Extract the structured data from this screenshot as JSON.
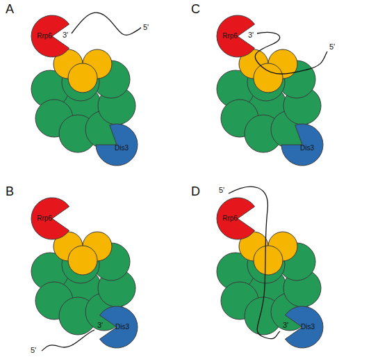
{
  "diagram": {
    "nodes": [
      {
        "text": [
          "Rrp6"
        ]
      },
      {
        "text": [
          "Dis3"
        ]
      },
      {
        "text": [
          "Rrp6"
        ]
      },
      {
        "text": [
          "Dis3"
        ]
      },
      {
        "text": [
          "Rrp6"
        ]
      },
      {
        "text": [
          "Dis3"
        ]
      },
      {
        "text": [
          "Rrp6"
        ]
      },
      {
        "text": [
          "Dis3"
        ]
      }
    ],
    "labels": [
      "A",
      "3'",
      "5'",
      "C",
      "3'",
      "5'",
      "B",
      "3'",
      "5'",
      "D",
      "5'",
      "3'"
    ]
  }
}
